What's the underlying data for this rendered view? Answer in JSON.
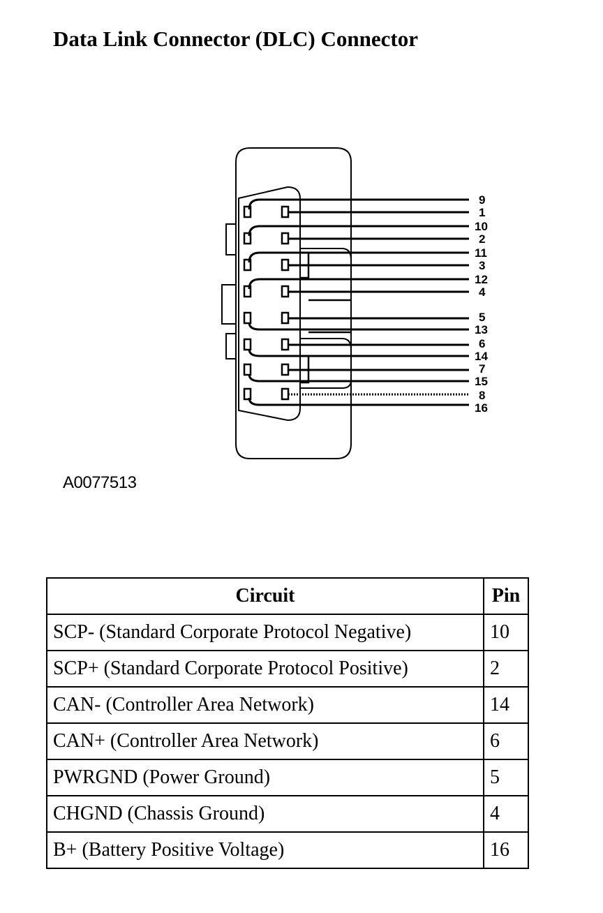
{
  "title": "Data Link Connector (DLC) Connector",
  "figure_id": "A0077513",
  "pin_labels": [
    "9",
    "1",
    "10",
    "2",
    "11",
    "3",
    "12",
    "4",
    "5",
    "13",
    "6",
    "14",
    "7",
    "15",
    "8",
    "16"
  ],
  "table": {
    "headers": {
      "circuit": "Circuit",
      "pin": "Pin"
    },
    "rows": [
      {
        "circuit": "SCP- (Standard Corporate Protocol Negative)",
        "pin": "10"
      },
      {
        "circuit": "SCP+ (Standard Corporate Protocol Positive)",
        "pin": "2"
      },
      {
        "circuit": "CAN- (Controller Area Network)",
        "pin": "14"
      },
      {
        "circuit": "CAN+ (Controller Area Network)",
        "pin": "6"
      },
      {
        "circuit": "PWRGND (Power Ground)",
        "pin": "5"
      },
      {
        "circuit": "CHGND (Chassis Ground)",
        "pin": "4"
      },
      {
        "circuit": "B+ (Battery Positive Voltage)",
        "pin": "16"
      }
    ]
  }
}
